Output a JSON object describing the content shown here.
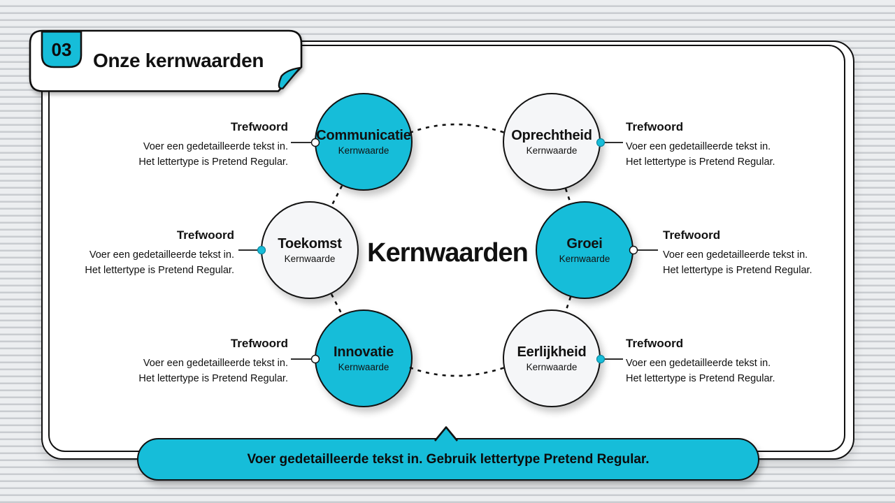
{
  "header": {
    "number": "03",
    "title": "Onze kernwaarden"
  },
  "center": {
    "title": "Kernwaarden"
  },
  "values": [
    {
      "name": "Communicatie",
      "subtitle": "Kernwaarde",
      "variant": "accent",
      "side": "left",
      "label": {
        "heading": "Trefwoord",
        "lines": [
          "Voer een gedetailleerde tekst in.",
          "Het lettertype is Pretend Regular."
        ]
      }
    },
    {
      "name": "Oprechtheid",
      "subtitle": "Kernwaarde",
      "variant": "light",
      "side": "right",
      "label": {
        "heading": "Trefwoord",
        "lines": [
          "Voer een gedetailleerde tekst in.",
          "Het lettertype is Pretend Regular."
        ]
      }
    },
    {
      "name": "Toekomst",
      "subtitle": "Kernwaarde",
      "variant": "light",
      "side": "left",
      "label": {
        "heading": "Trefwoord",
        "lines": [
          "Voer een gedetailleerde tekst in.",
          "Het lettertype is Pretend Regular."
        ]
      }
    },
    {
      "name": "Groei",
      "subtitle": "Kernwaarde",
      "variant": "accent",
      "side": "right",
      "label": {
        "heading": "Trefwoord",
        "lines": [
          "Voer een gedetailleerde tekst in.",
          "Het lettertype is Pretend Regular."
        ]
      }
    },
    {
      "name": "Innovatie",
      "subtitle": "Kernwaarde",
      "variant": "accent",
      "side": "left",
      "label": {
        "heading": "Trefwoord",
        "lines": [
          "Voer een gedetailleerde tekst in.",
          "Het lettertype is Pretend Regular."
        ]
      }
    },
    {
      "name": "Eerlijkheid",
      "subtitle": "Kernwaarde",
      "variant": "light",
      "side": "right",
      "label": {
        "heading": "Trefwoord",
        "lines": [
          "Voer een gedetailleerde tekst in.",
          "Het lettertype is Pretend Regular."
        ]
      }
    }
  ],
  "footer": {
    "note": "Voer gedetailleerde tekst in. Gebruik lettertype Pretend Regular."
  },
  "colors": {
    "accent": "#16bdd9",
    "ink": "#111111",
    "circle_light": "#f5f6f8",
    "stripe_light": "#eceef0",
    "stripe_dark": "#c9ccd0"
  }
}
